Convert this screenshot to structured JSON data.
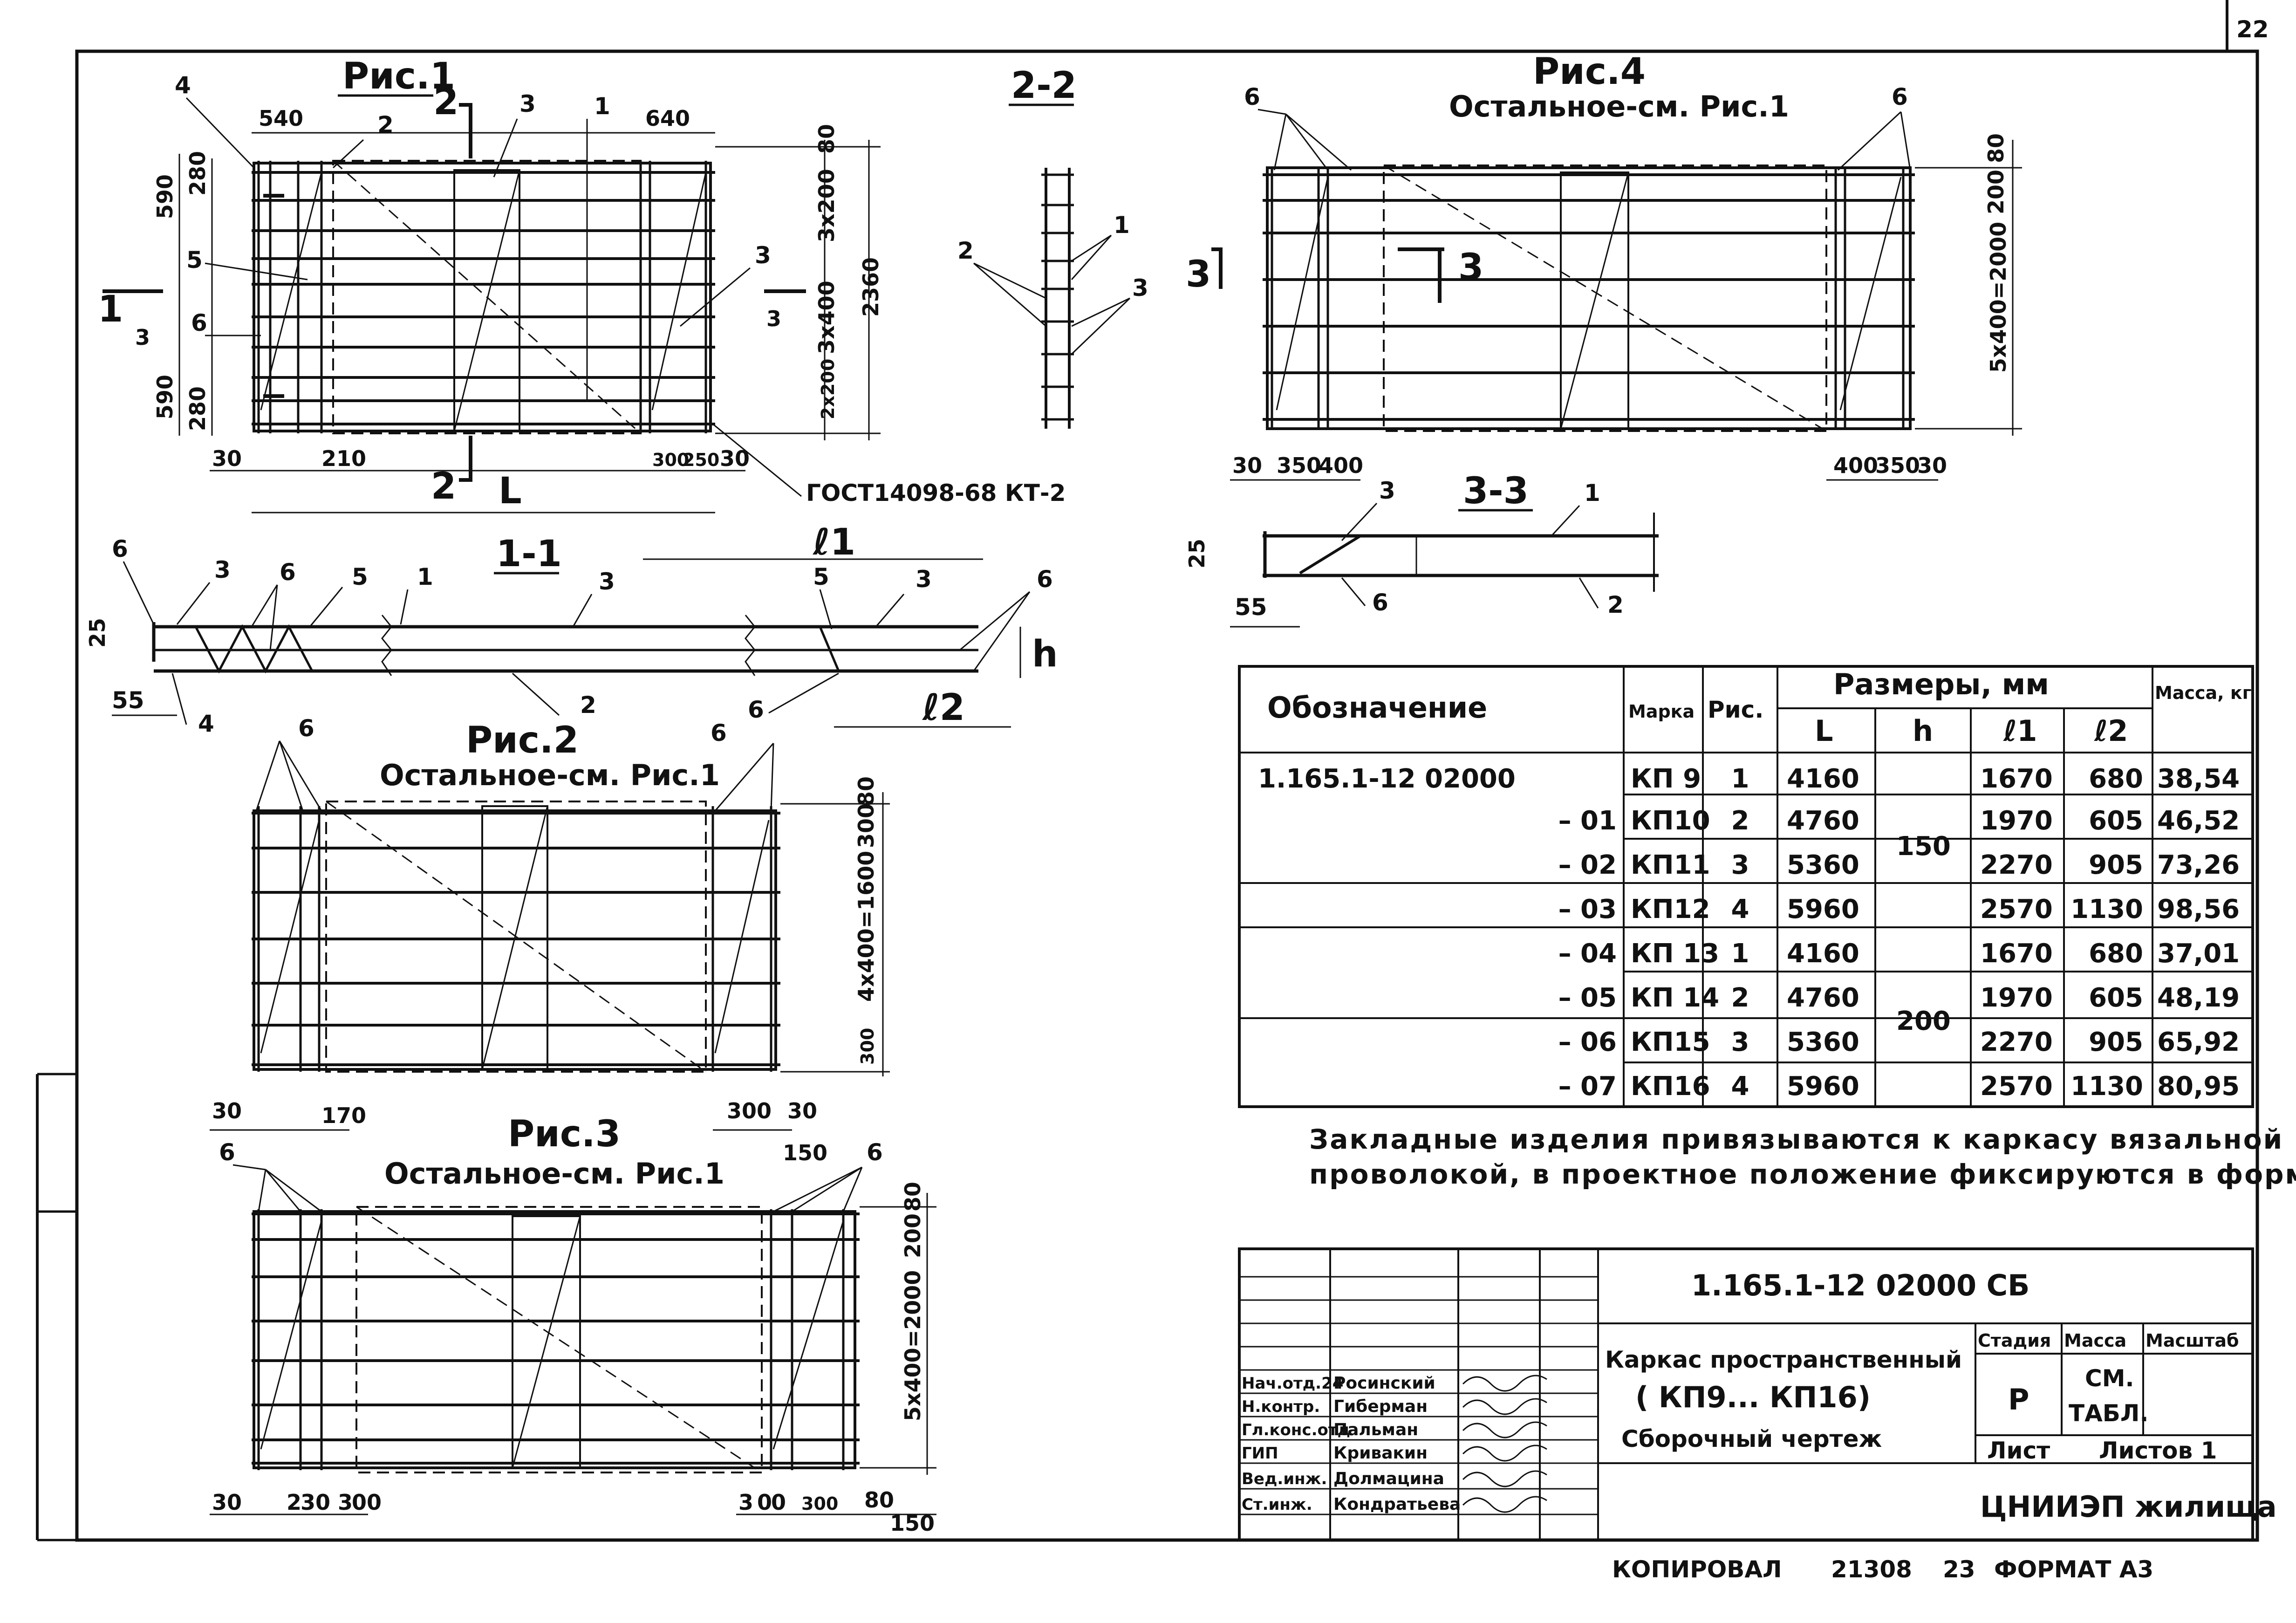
{
  "sheet": {
    "page_no": "22",
    "copied_by": "КОПИРОВАЛ",
    "doc_number": "21308",
    "sheet_index": "23",
    "format": "ФОРМАТ А3"
  },
  "fig1": {
    "title": "Рис.1",
    "dims_top": [
      "540",
      "640"
    ],
    "dims_right": [
      "80",
      "3x200",
      "3x400",
      "2x200",
      "2360"
    ],
    "dims_left": [
      "590",
      "280",
      "590",
      "280"
    ],
    "dims_bottom": [
      "30",
      "210",
      "300",
      "250",
      "30",
      "L"
    ],
    "labels": [
      "4",
      "2",
      "3",
      "1",
      "5",
      "6",
      "3"
    ],
    "cut_marks": [
      "2",
      "2",
      "1",
      "3",
      "3"
    ],
    "gost": "ГОСТ14098-68 КТ-2"
  },
  "sec22": {
    "title": "2-2",
    "labels": [
      "1",
      "2",
      "3"
    ]
  },
  "sec11": {
    "title": "1-1",
    "labels": [
      "6",
      "3",
      "6",
      "5",
      "1",
      "3",
      "5",
      "3",
      "6",
      "2",
      "6",
      "4"
    ],
    "dims": [
      "25",
      "55",
      "h",
      "ℓ1",
      "ℓ2"
    ]
  },
  "fig2": {
    "title": "Рис.2",
    "subtitle": "Остальное-см. Рис.1",
    "labels": [
      "6",
      "6"
    ],
    "dims_right": [
      "80",
      "300",
      "4x400=1600",
      "300"
    ],
    "dims_bottom": [
      "30",
      "170",
      "300",
      "30",
      "150"
    ]
  },
  "fig3": {
    "title": "Рис.3",
    "subtitle": "Остальное-см. Рис.1",
    "labels": [
      "6",
      "6"
    ],
    "dims_right": [
      "80",
      "200",
      "5x400=2000"
    ],
    "dims_bottom": [
      "30",
      "2",
      "30",
      "3",
      "00",
      "3",
      "0",
      "0",
      "300",
      "80",
      "150"
    ]
  },
  "fig4": {
    "title": "Рис.4",
    "subtitle": "Остальное-см. Рис.1",
    "labels": [
      "6",
      "6"
    ],
    "dims_right": [
      "80",
      "200",
      "5x400=2000"
    ],
    "dims_bottom": [
      "30",
      "350",
      "400",
      "400",
      "350",
      "30"
    ],
    "cut_marks": [
      "3",
      "3"
    ]
  },
  "sec33": {
    "title": "3-3",
    "labels": [
      "3",
      "1",
      "6",
      "2"
    ],
    "dims": [
      "25",
      "55"
    ]
  },
  "table": {
    "headers": {
      "designation": "Обозначение",
      "brand": "Марка",
      "fig": "Рис.",
      "sizes": "Размеры, мм",
      "mass": "Масса, кг",
      "L": "L",
      "h": "h",
      "l1": "ℓ1",
      "l2": "ℓ2"
    },
    "rows": [
      {
        "designation": "1.165.1-12 02000",
        "brand": "КП 9",
        "fig": "1",
        "L": "4160",
        "l1": "1670",
        "l2": "680",
        "mass": "38,54"
      },
      {
        "designation": "– 01",
        "brand": "КП10",
        "fig": "2",
        "L": "4760",
        "l1": "1970",
        "l2": "605",
        "mass": "46,52"
      },
      {
        "designation": "– 02",
        "brand": "КП11",
        "fig": "3",
        "L": "5360",
        "l1": "2270",
        "l2": "905",
        "mass": "73,26"
      },
      {
        "designation": "– 03",
        "brand": "КП12",
        "fig": "4",
        "L": "5960",
        "l1": "2570",
        "l2": "1130",
        "mass": "98,56"
      },
      {
        "designation": "– 04",
        "brand": "КП 13",
        "fig": "1",
        "L": "4160",
        "l1": "1670",
        "l2": "680",
        "mass": "37,01"
      },
      {
        "designation": "– 05",
        "brand": "КП 14",
        "fig": "2",
        "L": "4760",
        "l1": "1970",
        "l2": "605",
        "mass": "48,19"
      },
      {
        "designation": "– 06",
        "brand": "КП15",
        "fig": "3",
        "L": "5360",
        "l1": "2270",
        "l2": "905",
        "mass": "65,92"
      },
      {
        "designation": "– 07",
        "brand": "КП16",
        "fig": "4",
        "L": "5960",
        "l1": "2570",
        "l2": "1130",
        "mass": "80,95"
      }
    ],
    "h_groups": [
      "150",
      "200"
    ]
  },
  "note": {
    "line1": "Закладные изделия привязываются к каркасу вязальной",
    "line2": "проволокой, в проектное положение фиксируются в форме"
  },
  "title_block": {
    "doc_code": "1.165.1-12 02000 СБ",
    "name_line1": "Каркас пространственный",
    "name_line2": "( КП9... КП16)",
    "name_line3": "Сборочный чертеж",
    "stage_label": "Стадия",
    "mass_label": "Масса",
    "scale_label": "Масштаб",
    "stage": "Р",
    "mass_line1": "СМ.",
    "mass_line2": "ТАБЛ.",
    "sheet_label": "Лист",
    "sheets_label": "Листов 1",
    "org": "ЦНИИЭП жилища",
    "signers": [
      {
        "role": "Нач.отд.24",
        "name": "Росинский"
      },
      {
        "role": "Н.контр.",
        "name": "Гиберман"
      },
      {
        "role": "Гл.конс.отд",
        "name": "Пальман"
      },
      {
        "role": "ГИП",
        "name": "Кривакин"
      },
      {
        "role": "Вед.инж.",
        "name": "Долмацина"
      },
      {
        "role": "Ст.инж.",
        "name": "Кондратьева"
      }
    ]
  }
}
